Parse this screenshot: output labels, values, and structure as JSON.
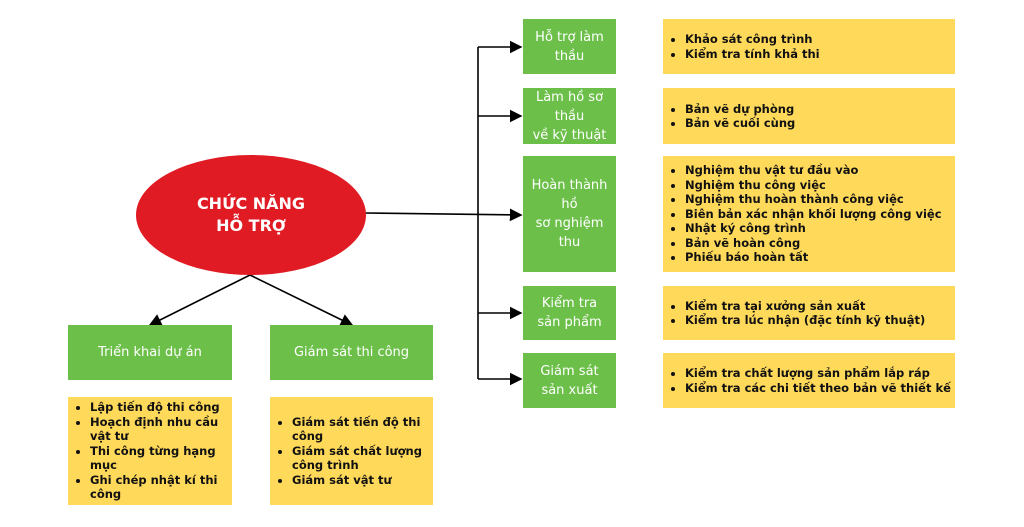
{
  "center": {
    "label": "CHỨC NĂNG\nHỖ TRỢ"
  },
  "left": [
    {
      "title": "Triển khai dự án",
      "items": [
        "Lập tiến độ thi công",
        "Hoạch định nhu cầu vật tư",
        "Thi công từng hạng mục",
        "Ghi chép nhật kí thi công"
      ]
    },
    {
      "title": "Giám sát thi công",
      "items": [
        "Giám sát tiến độ thi công",
        "Giám sát chất lượng công trình",
        "Giám sát vật tư"
      ]
    }
  ],
  "right": [
    {
      "title": "Hỗ trợ làm thầu",
      "items": [
        "Khảo sát công trình",
        "Kiểm tra tính khả thi"
      ]
    },
    {
      "title": "Làm hồ sơ thầu\nvề kỹ thuật",
      "items": [
        "Bản vẽ dự phòng",
        "Bản vẽ cuối cùng"
      ]
    },
    {
      "title": "Hoàn thành hồ\nsơ nghiệm thu",
      "items": [
        "Nghiệm thu vật tư đầu vào",
        "Nghiệm thu công việc",
        "Nghiệm thu hoàn thành công việc",
        "Biên bản xác nhận khối lượng công việc",
        "Nhật ký công trình",
        "Bản vẽ hoàn công",
        "Phiếu báo hoàn tất"
      ]
    },
    {
      "title": "Kiểm tra\nsản phẩm",
      "items": [
        "Kiểm tra tại xưởng sản xuất",
        "Kiểm tra lúc nhận (đặc tính kỹ thuật)"
      ]
    },
    {
      "title": "Giám sát\nsản xuất",
      "items": [
        "Kiểm tra chất lượng sản phẩm lắp ráp",
        "Kiểm tra các chi tiết theo bản vẽ thiết kế"
      ]
    }
  ]
}
